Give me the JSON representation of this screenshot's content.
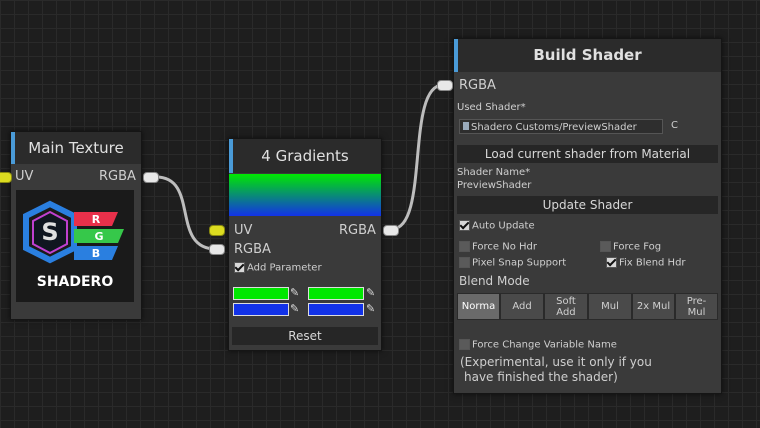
{
  "nodes": {
    "main_texture": {
      "title": "Main Texture",
      "port_uv": "UV",
      "port_rgba": "RGBA",
      "logo": {
        "letters": [
          "R",
          "G",
          "B"
        ],
        "label": "SHADERO",
        "colors": [
          "#e8304a",
          "#36c84a",
          "#2a7fe0"
        ]
      }
    },
    "gradients": {
      "title": "4 Gradients",
      "port_uv": "UV",
      "port_rgba_out": "RGBA",
      "port_rgba_in": "RGBA",
      "add_parameter": "Add Parameter",
      "add_parameter_checked": true,
      "reset": "Reset",
      "gradient_colors": [
        "#00e800",
        "#1232e8"
      ]
    },
    "build_shader": {
      "title": "Build Shader",
      "port_rgba": "RGBA",
      "used_shader_label": "Used Shader*",
      "used_shader_value": "Shadero Customs/PreviewShader",
      "used_shader_suffix": "C",
      "load_button": "Load current shader from Material",
      "shader_name_label": "Shader Name*",
      "shader_name_value": "PreviewShader",
      "update_button": "Update Shader",
      "options": {
        "auto_update": {
          "label": "Auto Update",
          "checked": true
        },
        "force_no_hdr": {
          "label": "Force No Hdr",
          "checked": false
        },
        "force_fog": {
          "label": "Force Fog",
          "checked": false
        },
        "pixel_snap": {
          "label": "Pixel Snap Support",
          "checked": false
        },
        "fix_blend_hdr": {
          "label": "Fix Blend Hdr",
          "checked": true
        },
        "force_change_name": {
          "label": "Force Change Variable Name",
          "checked": false
        }
      },
      "blend_mode_label": "Blend Mode",
      "blend_modes": [
        "Norma",
        "Add",
        "Soft\nAdd",
        "Mul",
        "2x Mul",
        "Pre-\nMul"
      ],
      "blend_selected": "Norma",
      "note_line1": "(Experimental, use it only if you",
      "note_line2": "have finished the shader)"
    }
  }
}
